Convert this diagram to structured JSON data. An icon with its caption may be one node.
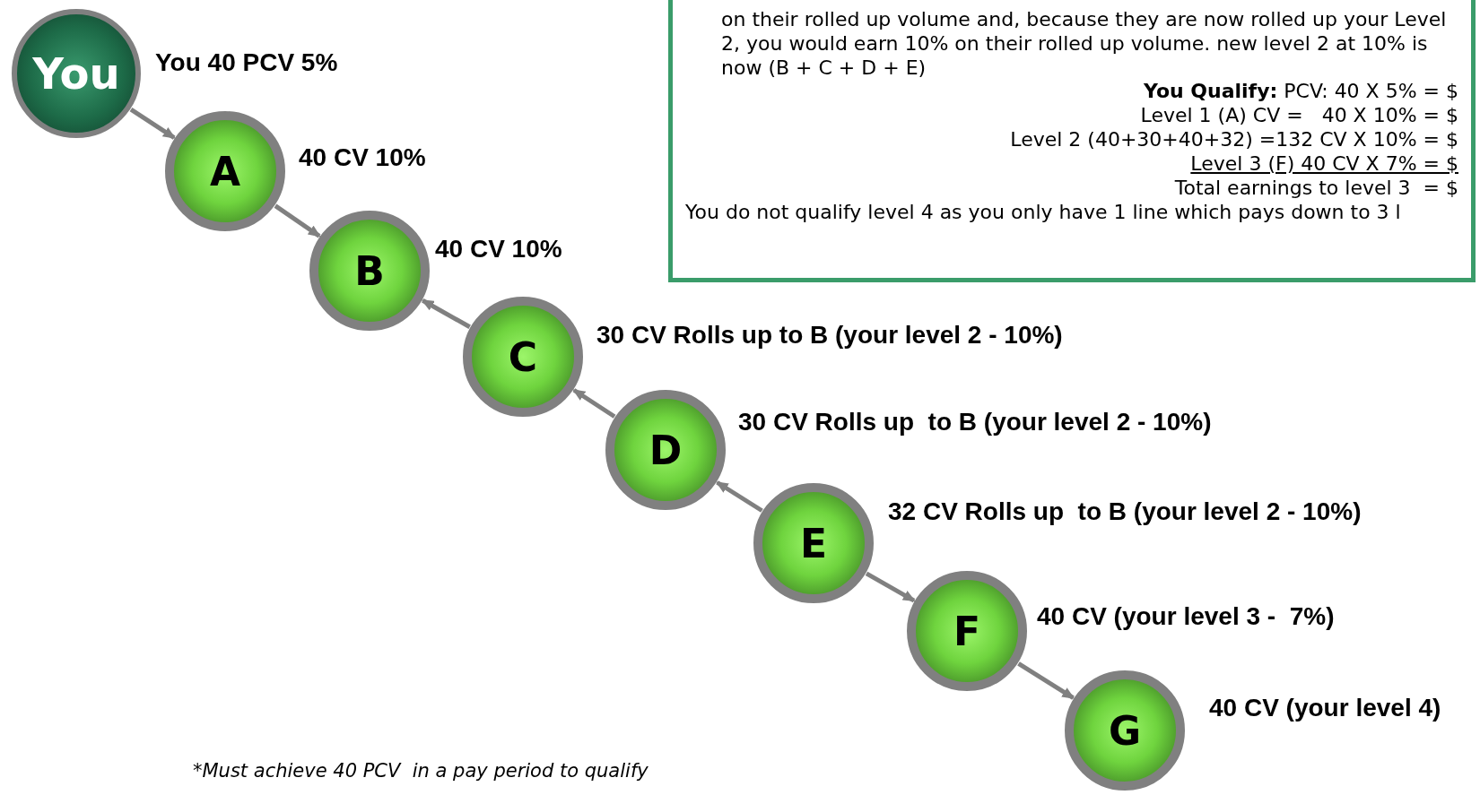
{
  "diagram": {
    "nodes": [
      {
        "text": [
          "You"
        ],
        "beside": [
          "You 40 PCV 5%"
        ]
      },
      {
        "text": [
          "A"
        ],
        "beside": [
          "40 CV 10%"
        ]
      },
      {
        "text": [
          "B"
        ],
        "beside": [
          "40 CV 10%"
        ]
      },
      {
        "text": [
          "C"
        ],
        "beside": [
          "30 CV Rolls up to B (your level 2 - 10%)"
        ]
      },
      {
        "text": [
          "D"
        ],
        "beside": [
          "30 CV Rolls up  to B (your level 2 - 10%)"
        ]
      },
      {
        "text": [
          "E"
        ],
        "beside": [
          "32 CV Rolls up  to B (your level 2 - 10%)"
        ]
      },
      {
        "text": [
          "F"
        ],
        "beside": [
          "40 CV (your level 3 -  7%)"
        ]
      },
      {
        "text": [
          "G"
        ],
        "beside": [
          "40 CV (your level 4)"
        ]
      },
      {
        "text": [
          "on their rolled up volume and, because they are now rolled up your Level 2, you would earn 10% on their rolled up volume. new level 2  at 10% is now (B + C + D + E)",
          "**You Qualify:** PCV: 40 X 5% = $",
          "Level 1 (A) CV =   40 X 10% = $",
          "Level 2 (40+30+40+32) =132 CV X 10% = $",
          "Level 3 (F) 40 CV X 7% = $",
          "Total earnings to level 3  = $",
          "You do not qualify level 4 as you only have 1 line which pays down to 3 l"
        ]
      }
    ],
    "edges": [
      {
        "from": 0,
        "to": 1,
        "arrow": "to"
      },
      {
        "from": 1,
        "to": 2,
        "arrow": "to"
      },
      {
        "from": 3,
        "to": 2,
        "arrow": "to"
      },
      {
        "from": 4,
        "to": 3,
        "arrow": "to"
      },
      {
        "from": 5,
        "to": 4,
        "arrow": "to"
      },
      {
        "from": 5,
        "to": 6,
        "arrow": "to"
      },
      {
        "from": 6,
        "to": 7,
        "arrow": "to"
      }
    ],
    "labels": [
      "*Must achieve 40 PCV  in a pay period to qualify"
    ]
  }
}
